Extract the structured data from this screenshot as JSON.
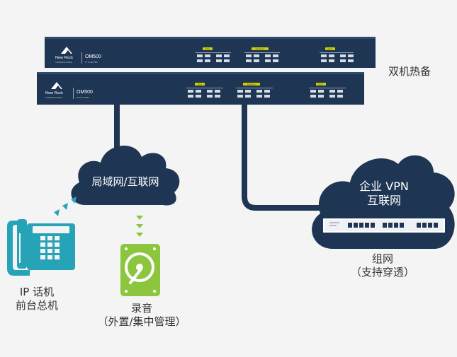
{
  "devices": {
    "top": {
      "brand": "New Rock",
      "brand_sub": "TECHNOLOGIES",
      "model": "OM500",
      "model_sub": "IP Trunk PBX"
    },
    "bottom": {
      "brand": "New Rock",
      "brand_sub": "TECHNOLOGIES",
      "model": "OM500",
      "model_sub": "IP Trunk PBX"
    },
    "port_group_labels": [
      "ETH",
      "FXS/FXO",
      "E1T1"
    ]
  },
  "labels": {
    "hot_standby": "双机热备",
    "lan_cloud": "局域网/互联网",
    "vpn_cloud_line1": "企业 VPN",
    "vpn_cloud_line2": "互联网",
    "ip_phone_line1": "IP 话机",
    "ip_phone_line2": "前台总机",
    "recording_line1": "录音",
    "recording_line2": "（外置/集中管理）",
    "network_line1": "组网",
    "network_line2": "（支持穿透）"
  },
  "colors": {
    "navy": "#1e3553",
    "teal": "#27a3b8",
    "green": "#8cc63f",
    "background": "#f4f4f4"
  }
}
